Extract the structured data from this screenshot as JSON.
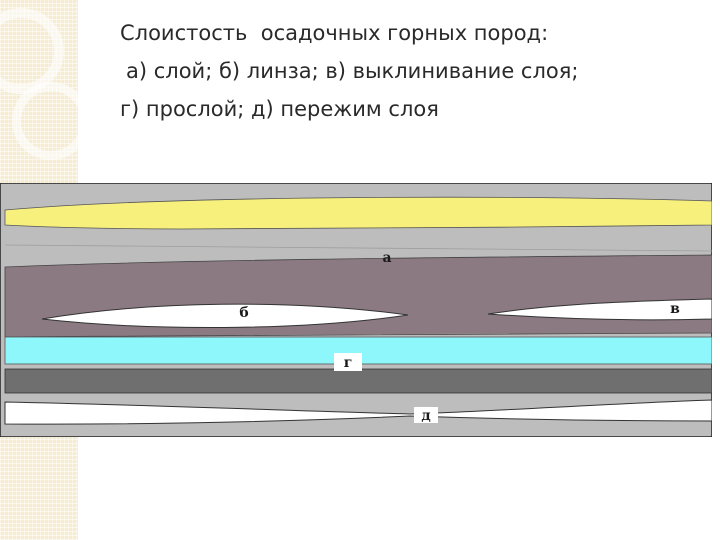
{
  "title": {
    "line1": "Слоистость  осадочных горных пород:",
    "line2": "а) слой; б) линза; в) выклинивание слоя;",
    "line3": "г) прослой; д) пережим слоя"
  },
  "labels": {
    "a": "а",
    "b": "б",
    "v": "в",
    "g": "г",
    "d": "д"
  },
  "colors": {
    "accent_strip": "#f6ecd2",
    "layer_yellow": "#f7f07c",
    "layer_gray": "#bdbdbd",
    "layer_mauve": "#8b7a82",
    "layer_cyan": "#8ef7fb",
    "layer_dark": "#6f6f6f",
    "layer_white": "#ffffff"
  }
}
